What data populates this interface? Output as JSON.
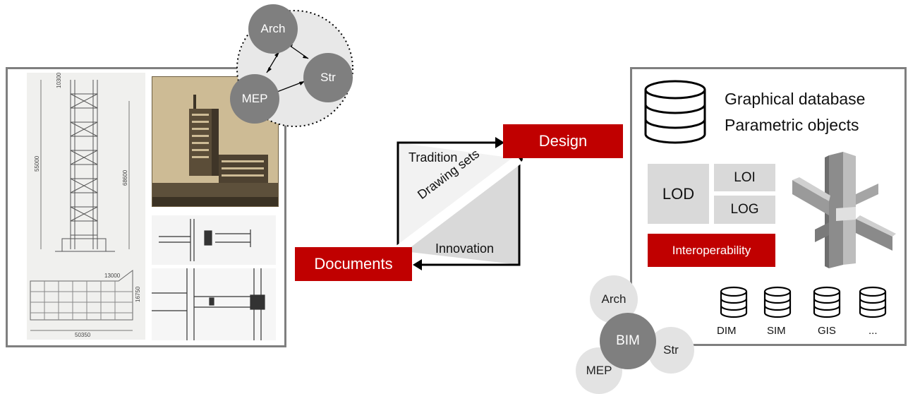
{
  "legacy_team": {
    "arch": "Arch",
    "str": "Str",
    "mep": "MEP"
  },
  "flow": {
    "documents": "Documents",
    "design": "Design",
    "tradition": "Tradition",
    "innovation": "Innovation",
    "drawing_sets": "Drawing sets"
  },
  "bim_panel": {
    "graphical_database": "Graphical database",
    "parametric_objects": "Parametric objects",
    "lod": "LOD",
    "loi": "LOI",
    "log": "LOG",
    "interoperability": "Interoperability",
    "databases": [
      "DIM",
      "SIM",
      "GIS",
      "..."
    ]
  },
  "bim_team": {
    "arch": "Arch",
    "bim": "BIM",
    "str": "Str",
    "mep": "MEP"
  },
  "drawing_dimensions": [
    "10300",
    "55000",
    "68600",
    "13000",
    "16750",
    "50350"
  ],
  "colors": {
    "accent_red": "#c00000",
    "circle_dark": "#7f7f7f",
    "circle_light": "#e3e3e3",
    "box_grey": "#d9d9d9"
  }
}
